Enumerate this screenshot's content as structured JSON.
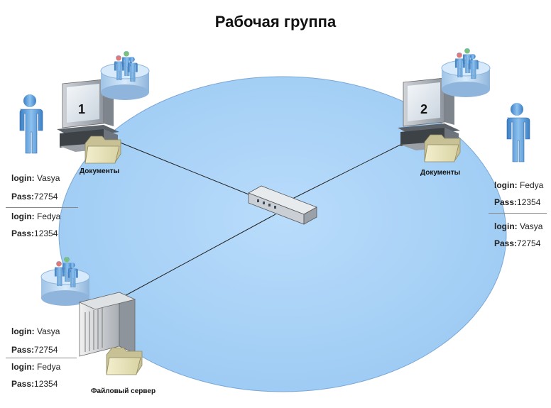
{
  "title": "Рабочая группа",
  "computer1": {
    "number": "1",
    "folder_label": "Документы",
    "accounts": [
      {
        "login_label": "login:",
        "login": "Vasya",
        "pass_label": "Pass:",
        "pass": "72754"
      },
      {
        "login_label": "login:",
        "login": "Fedya",
        "pass_label": "Pass:",
        "pass": "12354"
      }
    ]
  },
  "computer2": {
    "number": "2",
    "folder_label": "Документы",
    "accounts": [
      {
        "login_label": "login:",
        "login": "Fedya",
        "pass_label": "Pass:",
        "pass": "12354"
      },
      {
        "login_label": "login:",
        "login": "Vasya",
        "pass_label": "Pass:",
        "pass": "72754"
      }
    ]
  },
  "server": {
    "label": "Файловый сервер",
    "accounts": [
      {
        "login_label": "login:",
        "login": "Vasya",
        "pass_label": "Pass:",
        "pass": "72754"
      },
      {
        "login_label": "login:",
        "login": "Fedya",
        "pass_label": "Pass:",
        "pass": "12354"
      }
    ]
  },
  "colors": {
    "network_fill": "#a9d1f7",
    "network_stroke": "#7aa7d6",
    "db_fill": "#bcd9f2",
    "folder_fill": "#e9e4b6",
    "user_fill": "#5b9bd5"
  }
}
